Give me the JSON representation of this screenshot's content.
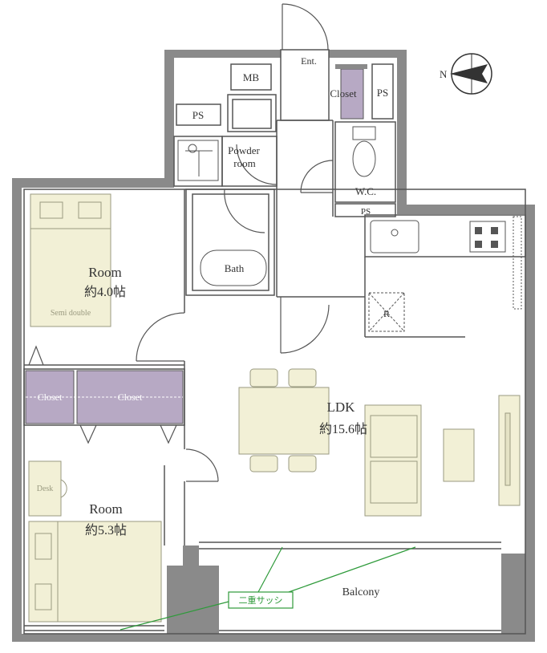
{
  "compass": {
    "north_label": "N"
  },
  "labels": {
    "ent": "Ent.",
    "mb": "MB",
    "closet_top": "Closet",
    "ps_top": "PS",
    "ps_left": "PS",
    "powder_1": "Powder",
    "powder_2": "room",
    "wc": "W.C.",
    "ps_wc": "PS",
    "bath": "Bath",
    "room1_name": "Room",
    "room1_size": "約4.0帖",
    "semi_double": "Semi double",
    "closet_a": "Closet",
    "closet_b": "Closet",
    "ldk_name": "LDK",
    "ldk_size": "約15.6帖",
    "refrigerator": "R",
    "desk": "Desk",
    "room2_name": "Room",
    "room2_size": "約5.3帖",
    "balcony": "Balcony",
    "double_sash": "二重サッシ"
  },
  "colors": {
    "wall": "#8a8a8a",
    "furniture": "#f2f0d6",
    "closet": "#b7a9c4",
    "sash_line": "#2e9a3a",
    "line": "#555555"
  }
}
